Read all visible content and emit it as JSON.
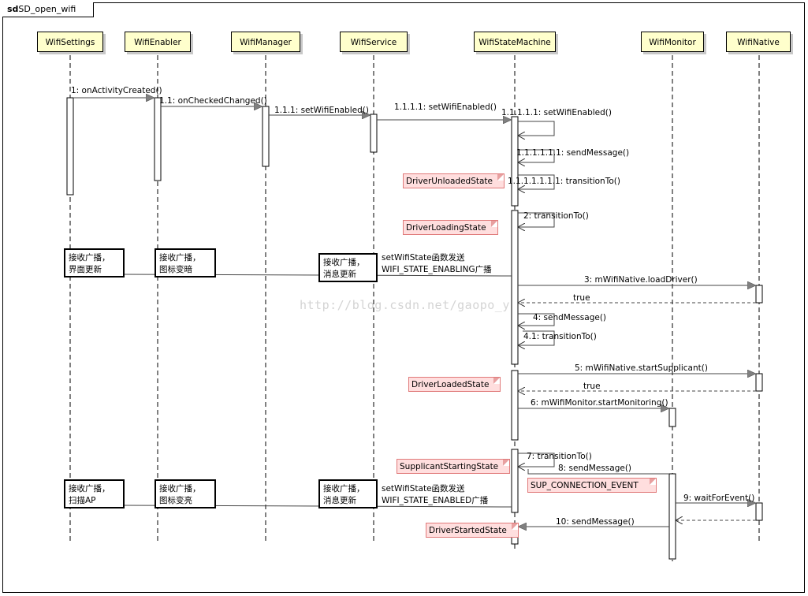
{
  "frame": {
    "prefix": "sd",
    "title": "SD_open_wifi"
  },
  "lifelines": [
    "WifiSettings",
    "WifiEnabler",
    "WifiManager",
    "WifiService",
    "WifiStateMachine",
    "WifiMonitor",
    "WifiNative"
  ],
  "messages": {
    "m1": "1: onActivityCreated()",
    "m11": "1.1: onCheckedChanged()",
    "m111": "1.1.1: setWifiEnabled()",
    "m1111": "1.1.1.1: setWifiEnabled()",
    "m11111": "1.1.1.1.1: setWifiEnabled()",
    "m1_send": "1.1.1.1.1.1: sendMessage()",
    "m1_trans": "1.1.1.1.1.1.1: transitionTo()",
    "m2": "2: transitionTo()",
    "m3": "3: mWifiNative.loadDriver()",
    "ret1": "true",
    "m4": "4: sendMessage()",
    "m41": "4.1: transitionTo()",
    "m5": "5: mWifiNative.startSupplicant()",
    "ret2": "true",
    "m6": "6: mWifiMonitor.startMonitoring()",
    "m7": "7: transitionTo()",
    "m8": "8: sendMessage()",
    "m9": "9: waitForEvent()",
    "m10": "10: sendMessage()"
  },
  "states": {
    "unloaded": "DriverUnloadedState",
    "loading": "DriverLoadingState",
    "loaded": "DriverLoadedState",
    "supplicant": "SupplicantStartingState",
    "sup_event": "SUP_CONNECTION_EVENT",
    "started": "DriverStartedState"
  },
  "notes": {
    "n1": [
      "接收广播，",
      "界面更新"
    ],
    "n2": [
      "接收广播，",
      "图标变暗"
    ],
    "n3": [
      "接收广播，",
      "消息更新"
    ],
    "n4": [
      "接收广播，",
      "扫描AP"
    ],
    "n5": [
      "接收广播，",
      "图标变亮"
    ],
    "n6": [
      "接收广播，",
      "消息更新"
    ]
  },
  "broadcasts": {
    "b1": [
      "setWifiState函数发送",
      "WIFI_STATE_ENABLING广播"
    ],
    "b2": [
      "setWifiState函数发送",
      "WIFI_STATE_ENABLED广播"
    ]
  },
  "watermark": "http://blog.csdn.net/gaopo_y"
}
